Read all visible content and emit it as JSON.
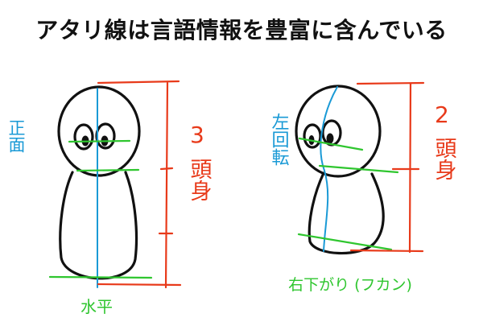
{
  "title": "アタリ線は言語情報を豊富に含んでいる",
  "left_figure": {
    "view_label": "正面",
    "height_number": "3",
    "height_unit": "頭身",
    "baseline_label": "水平"
  },
  "right_figure": {
    "view_label": "左回転",
    "height_number": "2",
    "height_unit": "頭身",
    "baseline_label": "右下がり (フカン)"
  },
  "colors": {
    "red": "#e83a1a",
    "blue": "#1a9ad6",
    "green": "#2fc62f",
    "ink": "#111111"
  }
}
